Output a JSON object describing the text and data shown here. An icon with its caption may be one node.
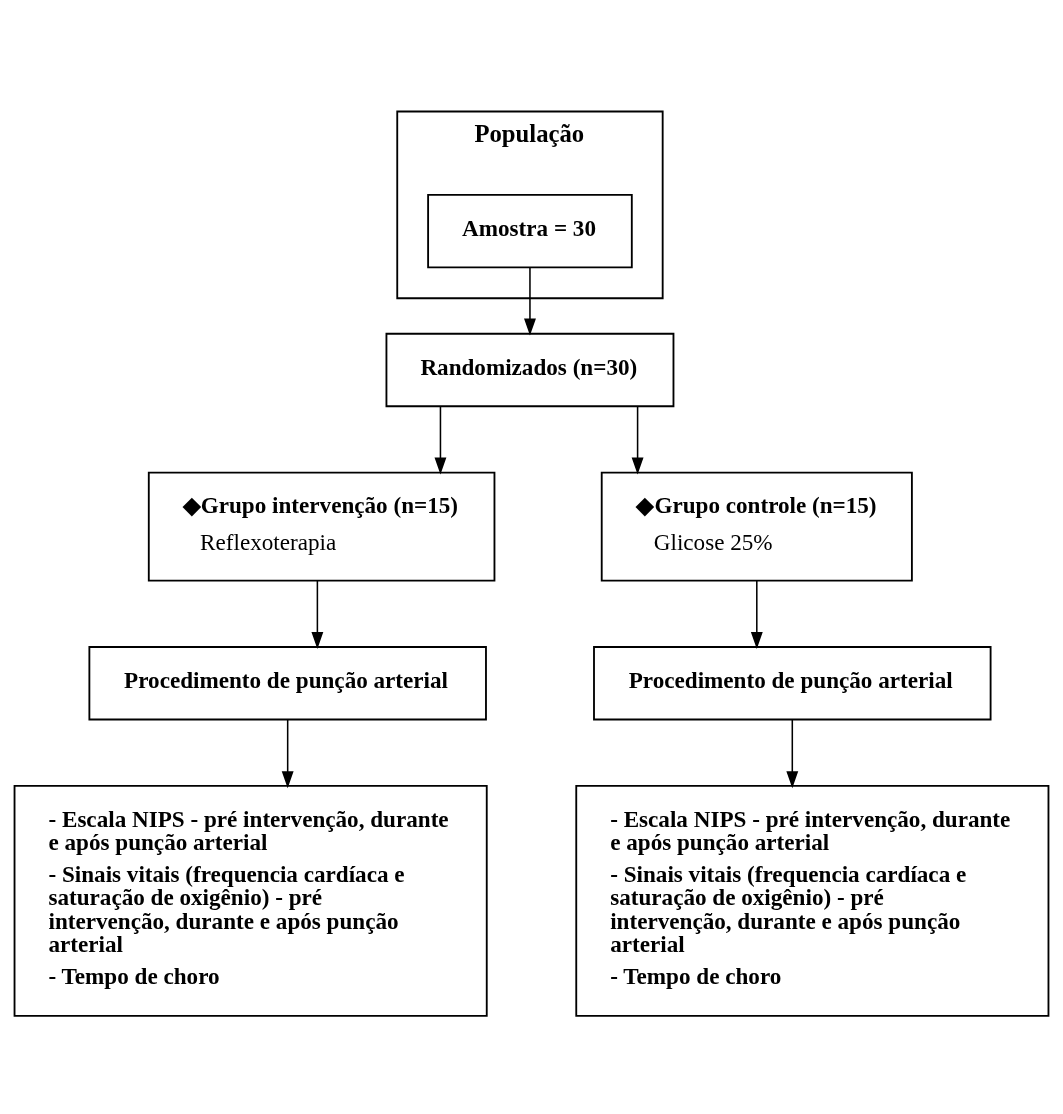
{
  "diagram": {
    "nodes": [
      {
        "text": [
          "População"
        ]
      },
      {
        "text": [
          "Amostra = 30"
        ],
        "in": 0
      },
      {
        "text": [
          "Randomizados (n=30)"
        ]
      },
      {
        "text": [
          "◆Grupo intervenção (n=15)",
          "Reflexoterapia"
        ]
      },
      {
        "text": [
          "◆Grupo controle (n=15)",
          "Glicose 25%"
        ]
      },
      {
        "text": [
          "Procedimento de punção arterial"
        ]
      },
      {
        "text": [
          "Procedimento de punção arterial"
        ]
      },
      {
        "text": [
          "- Escala NIPS - pré intervenção, durante e após punção arterial",
          "- Sinais vitais (frequencia cardíaca e saturação de oxigênio) - pré intervenção, durante e após punção arterial",
          "- Tempo de choro"
        ]
      },
      {
        "text": [
          "- Escala NIPS - pré intervenção, durante e após punção arterial",
          "- Sinais vitais (frequencia cardíaca e saturação de oxigênio) - pré intervenção, durante e após punção arterial",
          "- Tempo de choro"
        ]
      }
    ],
    "edges": [
      {
        "from": 1,
        "to": 2,
        "arrow": "to"
      },
      {
        "from": 2,
        "to": 3,
        "arrow": "to"
      },
      {
        "from": 2,
        "to": 4,
        "arrow": "to"
      },
      {
        "from": 3,
        "to": 5,
        "arrow": "to"
      },
      {
        "from": 4,
        "to": 6,
        "arrow": "to"
      },
      {
        "from": 5,
        "to": 7,
        "arrow": "to"
      },
      {
        "from": 6,
        "to": 8,
        "arrow": "to"
      }
    ]
  }
}
